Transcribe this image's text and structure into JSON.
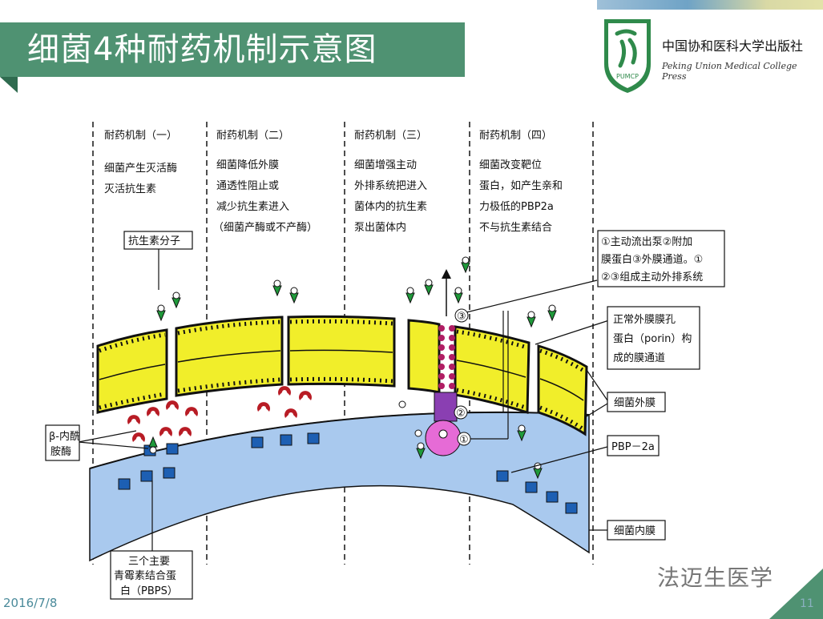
{
  "slide": {
    "title": "细菌4种耐药机制示意图",
    "date": "2016/7/8",
    "page_number": "11"
  },
  "publisher": {
    "name_cn": "中国协和医科大学出版社",
    "name_en": "Peking Union Medical College Press",
    "logo_text": "PUMCP"
  },
  "watermark": {
    "account": "法迈生医学"
  },
  "mechanisms": [
    {
      "heading": "耐药机制（一）",
      "lines": [
        "细菌产生灭活酶",
        "灭活抗生素"
      ]
    },
    {
      "heading": "耐药机制（二）",
      "lines": [
        "细菌降低外膜",
        "通透性阻止或",
        "减少抗生素进入",
        "（细菌产酶或不产酶）"
      ]
    },
    {
      "heading": "耐药机制（三）",
      "lines": [
        "细菌增强主动",
        "外排系统把进入",
        "菌体内的抗生素",
        "泵出菌体内"
      ]
    },
    {
      "heading": "耐药机制（四）",
      "lines": [
        "细菌改变靶位",
        "蛋白，如产生亲和",
        "力极低的PBP2a",
        "不与抗生素结合"
      ]
    }
  ],
  "callouts": {
    "antibiotic_molecule": "抗生素分子",
    "beta_lactamase": [
      "β-内酰",
      "胺酶"
    ],
    "pbps": [
      "三个主要",
      "青霉素结合蛋",
      "白（PBPS）"
    ],
    "efflux": [
      "①主动流出泵②附加",
      "膜蛋白③外膜通道。①",
      "②③组成主动外排系统"
    ],
    "porin": [
      "正常外膜膜孔",
      "蛋白（porin）构",
      "成的膜通道"
    ],
    "outer_membrane": "细菌外膜",
    "pbp2a": "PBP－2a",
    "inner_membrane": "细菌内膜",
    "markers": [
      "③",
      "②",
      "①"
    ]
  },
  "colors": {
    "title_bar": "#4f9272",
    "membrane_yellow": "#f1ee2a",
    "inner_membrane_blue": "#a9c9ee",
    "pbp_blue": "#1d5fb3",
    "enzyme_red": "#b81c25",
    "efflux_purple": "#8a3fb2",
    "efflux_pink": "#e66bd6"
  }
}
